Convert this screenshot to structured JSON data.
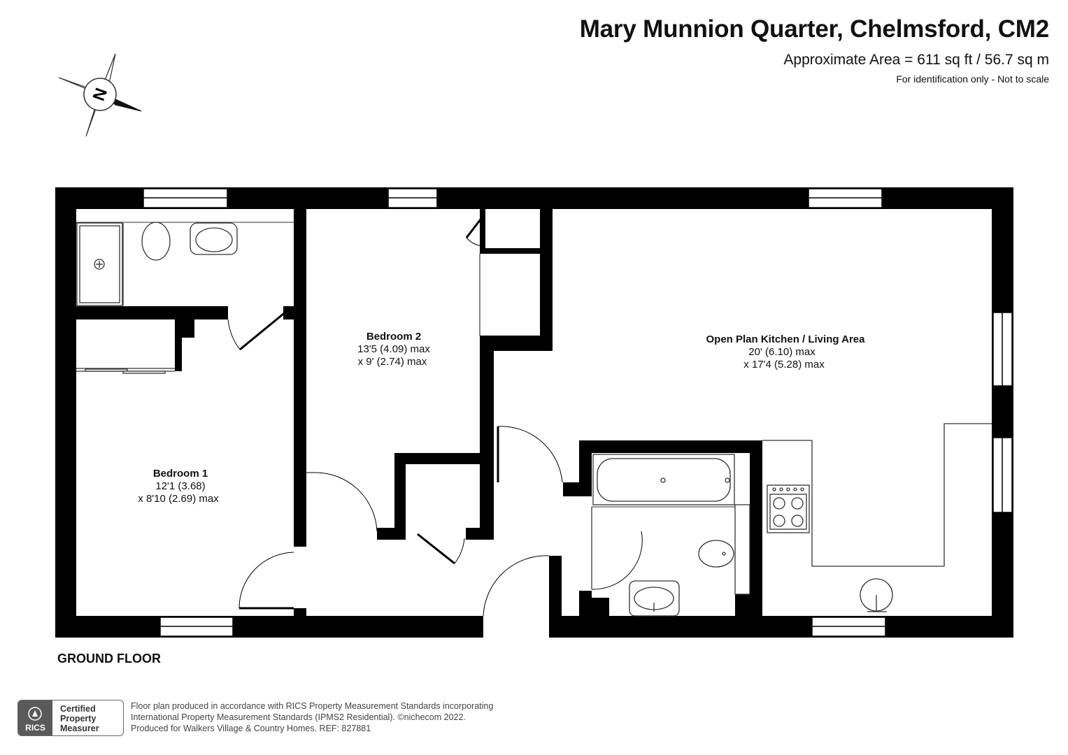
{
  "header": {
    "title": "Mary Munnion Quarter, Chelmsford, CM2",
    "area": "Approximate Area = 611 sq ft / 56.7 sq m",
    "note": "For identification only - Not to scale"
  },
  "compass": {
    "letter": "N",
    "icon": "compass-rose-icon"
  },
  "rooms": {
    "bedroom1": {
      "name": "Bedroom 1",
      "dim1": "12'1 (3.68)",
      "dim2": "x 8'10 (2.69) max"
    },
    "bedroom2": {
      "name": "Bedroom 2",
      "dim1": "13'5 (4.09) max",
      "dim2": "x 9' (2.74) max"
    },
    "living": {
      "name": "Open Plan Kitchen / Living Area",
      "dim1": "20' (6.10) max",
      "dim2": "x 17'4 (5.28) max"
    }
  },
  "floor_label": "GROUND FLOOR",
  "footer": {
    "rics_mark": "RICS",
    "rics_cert": [
      "Certified",
      "Property",
      "Measurer"
    ],
    "disclaimer": [
      "Floor plan produced in accordance with RICS Property Measurement Standards incorporating",
      "International Property Measurement Standards (IPMS2 Residential).   ©nichecom 2022.",
      "Produced for Walkers Village & Country Homes.   REF:  827881"
    ]
  },
  "colors": {
    "wall": "#000000",
    "fixture": "#333333",
    "badge": "#5a5a5a"
  }
}
